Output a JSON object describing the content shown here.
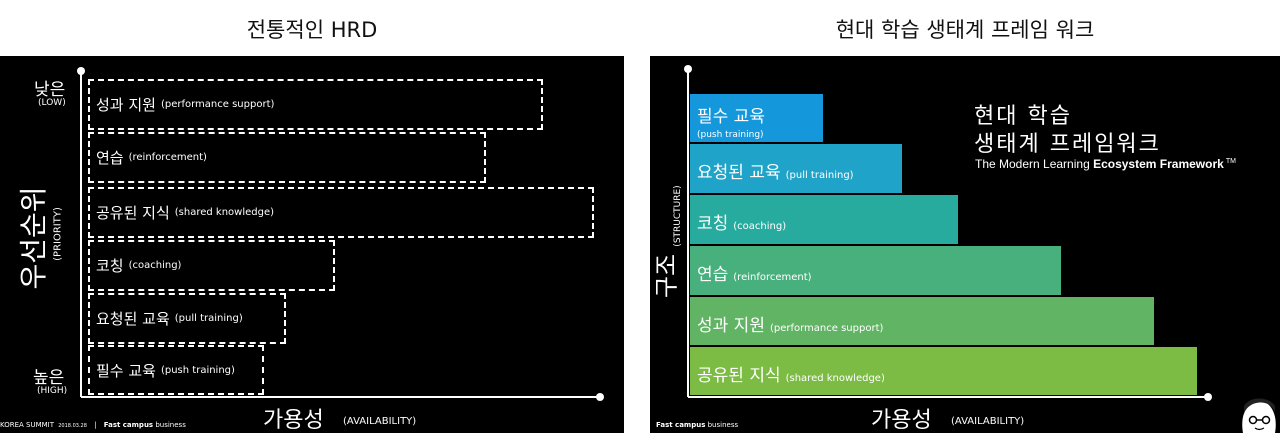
{
  "left": {
    "title": "전통적인 HRD",
    "y_axis": {
      "label": "우선순위",
      "label_en": "(PRIORITY)",
      "top": "낮은",
      "top_en": "(LOW)",
      "bottom": "높은",
      "bottom_en": "(HIGH)"
    },
    "x_axis": {
      "label": "가용성",
      "label_en": "(AVAILABILITY)"
    },
    "bars": [
      {
        "ko": "성과 지원",
        "en": "(performance support)"
      },
      {
        "ko": "연습",
        "en": "(reinforcement)"
      },
      {
        "ko": "공유된 지식",
        "en": "(shared knowledge)"
      },
      {
        "ko": "코칭",
        "en": "(coaching)"
      },
      {
        "ko": "요청된 교육",
        "en": "(pull training)"
      },
      {
        "ko": "필수 교육",
        "en": "(push training)"
      }
    ],
    "footer": {
      "summit": "KOREA SUMMIT",
      "date": "2018.03.28",
      "brand": "Fast campus",
      "brand_suffix": "business"
    }
  },
  "right": {
    "title": "현대 학습 생태계 프레임 워크",
    "y_axis": {
      "label": "구조",
      "label_en": "(STRUCTURE)"
    },
    "x_axis": {
      "label": "가용성",
      "label_en": "(AVAILABILITY)"
    },
    "heading_line1": "현대 학습",
    "heading_line2": "생태계 프레임워크",
    "subheading_a": "The Modern Learning ",
    "subheading_b": "Ecosystem Framework",
    "subheading_tm": "TM",
    "bars": [
      {
        "ko": "필수 교육",
        "en": "(push training)",
        "color": "#1597dc"
      },
      {
        "ko": "요청된 교육",
        "en": "(pull training)",
        "color": "#20a3c8"
      },
      {
        "ko": "코칭",
        "en": "(coaching)",
        "color": "#28ab9f"
      },
      {
        "ko": "연습",
        "en": "(reinforcement)",
        "color": "#48b07d"
      },
      {
        "ko": "성과 지원",
        "en": "(performance support)",
        "color": "#62b465"
      },
      {
        "ko": "공유된 지식",
        "en": "(shared knowledge)",
        "color": "#7cbb44"
      }
    ],
    "footer": {
      "brand": "Fast campus",
      "brand_suffix": "business"
    }
  }
}
